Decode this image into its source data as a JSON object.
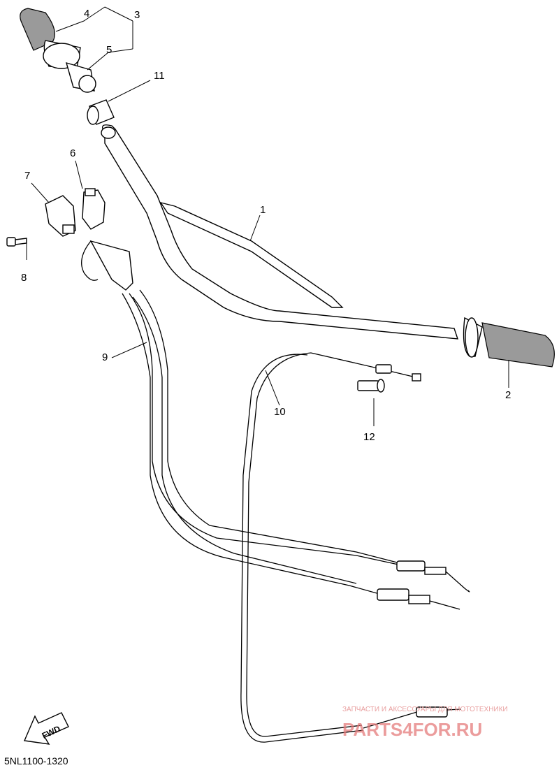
{
  "diagram": {
    "callouts": [
      {
        "id": "1",
        "text": "1"
      },
      {
        "id": "2",
        "text": "2"
      },
      {
        "id": "3",
        "text": "3"
      },
      {
        "id": "4",
        "text": "4"
      },
      {
        "id": "5",
        "text": "5"
      },
      {
        "id": "6",
        "text": "6"
      },
      {
        "id": "7",
        "text": "7"
      },
      {
        "id": "8",
        "text": "8"
      },
      {
        "id": "9",
        "text": "9"
      },
      {
        "id": "10",
        "text": "10"
      },
      {
        "id": "11",
        "text": "11"
      },
      {
        "id": "12",
        "text": "12"
      }
    ],
    "direction_marker": "FWD",
    "diagram_code": "5NL1100-1320",
    "watermark": {
      "tagline": "ЗАПЧАСТИ И АКСЕССУАРЫ ДЛЯ МОТОТЕХНИКИ",
      "brand": "PARTS4FOR.RU"
    }
  },
  "colors": {
    "line": "#000000",
    "background": "#ffffff",
    "grip_shade": "#9a9a9a",
    "watermark": "#e57c7c"
  }
}
